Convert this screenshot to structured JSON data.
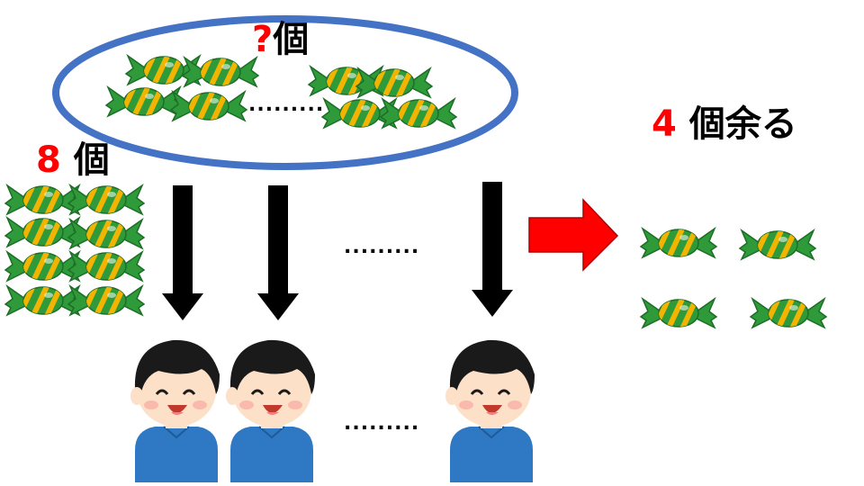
{
  "labels": {
    "unknown_mark": "?",
    "unknown_unit": "個",
    "per_person_count": "8",
    "per_person_unit": "個",
    "remainder_count": "4",
    "remainder_text": "個余る"
  },
  "ellipsis": {
    "inside_group": ".........",
    "arrows": ".........",
    "people": "........."
  },
  "colors": {
    "ellipse_stroke": "#4472c4",
    "candy_green": "#2e9a3a",
    "candy_dark": "#1d6e27",
    "candy_stripe": "#f1b400",
    "arrow_black": "#000000",
    "arrow_red": "#ff0000",
    "shirt": "#2e78c4",
    "hair": "#1a1a1a",
    "skin": "#fde0c8",
    "accent_red": "#ff0000"
  },
  "icons": {
    "candy": "candy-icon",
    "person": "boy-icon",
    "down_arrow": "arrow-down-icon",
    "right_arrow": "arrow-right-icon"
  }
}
